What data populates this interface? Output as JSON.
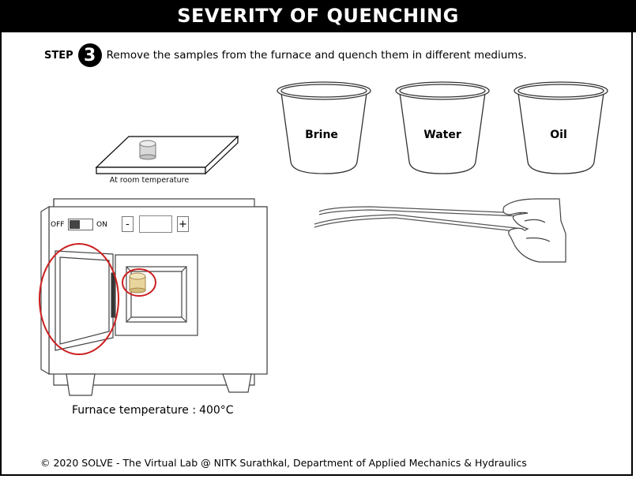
{
  "header": {
    "title": "SEVERITY OF QUENCHING"
  },
  "instruction": {
    "step_label": "STEP",
    "step_number": "3",
    "text": "Remove the samples from the furnace and quench them in different mediums."
  },
  "buckets": [
    {
      "label": "Brine"
    },
    {
      "label": "Water"
    },
    {
      "label": "Oil"
    }
  ],
  "room_sample": {
    "label": "At room temperature"
  },
  "furnace": {
    "switch": {
      "off_label": "OFF",
      "on_label": "ON",
      "state": "OFF"
    },
    "minus_label": "-",
    "plus_label": "+",
    "temperature_value": "",
    "temperature_caption": "Furnace temperature :",
    "temperature_reading": "400°C"
  },
  "highlight_color": "#cc1f1f",
  "sample_color": "#e8d59e",
  "footer": {
    "text": "© 2020 SOLVE - The Virtual Lab @ NITK Surathkal, Department of Applied Mechanics & Hydraulics"
  }
}
